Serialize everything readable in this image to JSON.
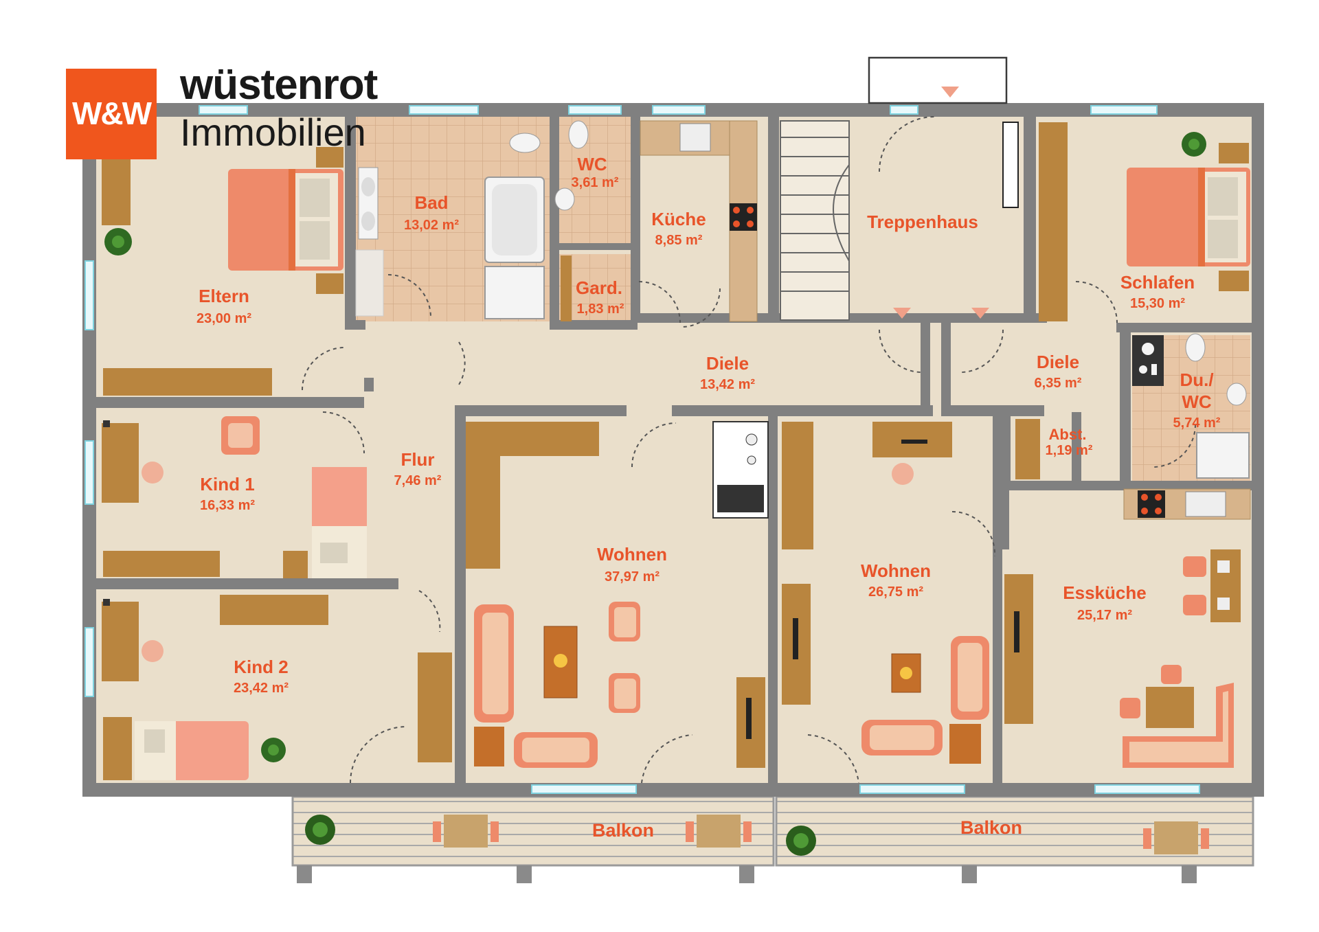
{
  "brand": {
    "logo_mark": "W&W",
    "name": "wüstenrot",
    "sub": "Immobilien"
  },
  "colors": {
    "wall": "#808080",
    "floor": "#eadfcb",
    "tile": "#e8c6a6",
    "label": "#e8542a",
    "wood": "#b9853f",
    "sofa": "#ee8a6a",
    "logo_orange": "#f0561d"
  },
  "rooms": {
    "eltern": {
      "name": "Eltern",
      "area": "23,00 m²"
    },
    "bad": {
      "name": "Bad",
      "area": "13,02 m²"
    },
    "wc": {
      "name": "WC",
      "area": "3,61 m²"
    },
    "kueche": {
      "name": "Küche",
      "area": "8,85 m²"
    },
    "treppenhaus": {
      "name": "Treppenhaus"
    },
    "schlafen": {
      "name": "Schlafen",
      "area": "15,30 m²"
    },
    "gard": {
      "name": "Gard.",
      "area": "1,83 m²"
    },
    "diele1": {
      "name": "Diele",
      "area": "13,42 m²"
    },
    "diele2": {
      "name": "Diele",
      "area": "6,35 m²"
    },
    "duwc": {
      "name1": "Du./",
      "name2": "WC",
      "area": "5,74 m²"
    },
    "abst": {
      "name": "Abst.",
      "area": "1,19 m²"
    },
    "flur": {
      "name": "Flur",
      "area": "7,46 m²"
    },
    "kind1": {
      "name": "Kind 1",
      "area": "16,33 m²"
    },
    "kind2": {
      "name": "Kind 2",
      "area": "23,42 m²"
    },
    "wohnen1": {
      "name": "Wohnen",
      "area": "37,97 m²"
    },
    "wohnen2": {
      "name": "Wohnen",
      "area": "26,75 m²"
    },
    "esskueche": {
      "name": "Essküche",
      "area": "25,17 m²"
    }
  },
  "balconies": [
    {
      "name": "Balkon"
    },
    {
      "name": "Balkon"
    }
  ],
  "icons": [
    "bed-icon",
    "bathtub-icon",
    "toilet-icon",
    "stove-icon",
    "sink-icon",
    "plant-icon",
    "sofa-icon",
    "armchair-icon",
    "desk-icon",
    "table-icon",
    "stairs-icon",
    "door-swing-icon",
    "window-icon"
  ]
}
